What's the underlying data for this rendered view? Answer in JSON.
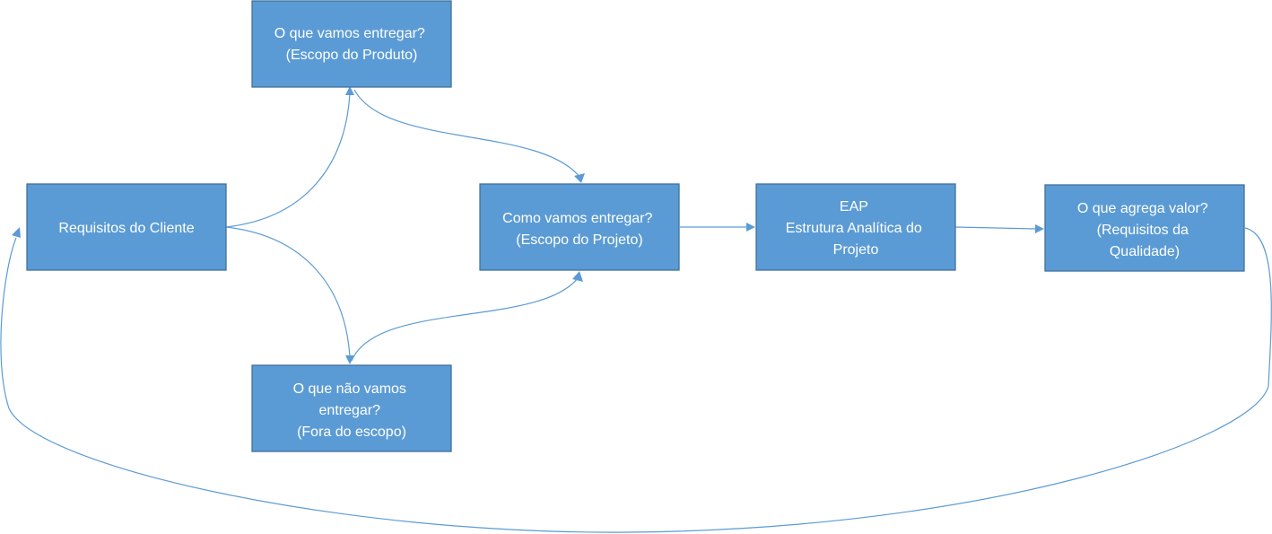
{
  "colors": {
    "box_fill": "#5b9bd5",
    "box_stroke": "#41719c",
    "text": "#ffffff",
    "connector": "#5b9bd5"
  },
  "nodes": {
    "requisitos_cliente": {
      "lines": [
        "Requisitos do Cliente"
      ]
    },
    "escopo_produto": {
      "lines": [
        "O que vamos entregar?",
        "(Escopo do Produto)"
      ]
    },
    "fora_escopo": {
      "lines": [
        "O que não vamos",
        "entregar?",
        "(Fora do escopo)"
      ]
    },
    "escopo_projeto": {
      "lines": [
        "Como vamos entregar?",
        "(Escopo do Projeto)"
      ]
    },
    "eap": {
      "lines": [
        "EAP",
        "Estrutura Analítica do",
        "Projeto"
      ]
    },
    "requisitos_qualidade": {
      "lines": [
        "O que agrega valor?",
        "(Requisitos da",
        "Qualidade)"
      ]
    }
  },
  "connectors": [
    {
      "from": "requisitos_cliente",
      "to": "escopo_produto"
    },
    {
      "from": "requisitos_cliente",
      "to": "fora_escopo"
    },
    {
      "from": "escopo_produto",
      "to": "escopo_projeto"
    },
    {
      "from": "fora_escopo",
      "to": "escopo_projeto"
    },
    {
      "from": "escopo_projeto",
      "to": "eap"
    },
    {
      "from": "eap",
      "to": "requisitos_qualidade"
    },
    {
      "from": "requisitos_qualidade",
      "to": "requisitos_cliente"
    }
  ]
}
